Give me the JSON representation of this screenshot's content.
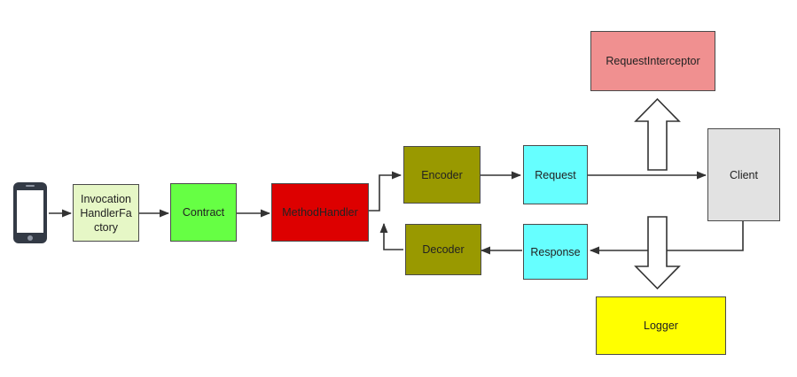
{
  "diagram": {
    "nodes": {
      "factory": {
        "label": "InvocationHandlerFactory",
        "color": "#e6f7c6"
      },
      "contract": {
        "label": "Contract",
        "color": "#66ff44"
      },
      "method_handler": {
        "label": "MethodHandler",
        "color": "#dd0000"
      },
      "encoder": {
        "label": "Encoder",
        "color": "#999900"
      },
      "decoder": {
        "label": "Decoder",
        "color": "#999900"
      },
      "request": {
        "label": "Request",
        "color": "#66ffff"
      },
      "response": {
        "label": "Response",
        "color": "#66ffff"
      },
      "client": {
        "label": "Client",
        "color": "#e2e2e2"
      },
      "request_interceptor": {
        "label": "RequestInterceptor",
        "color": "#f09090"
      },
      "logger": {
        "label": "Logger",
        "color": "#ffff00"
      }
    },
    "icons": {
      "phone": "smartphone-icon"
    },
    "edges": [
      "phone->factory",
      "factory->contract",
      "contract->method_handler",
      "method_handler->encoder",
      "encoder->request",
      "request->client",
      "client->response",
      "response->decoder",
      "decoder->method_handler",
      "client->request_interceptor",
      "client->logger"
    ]
  }
}
